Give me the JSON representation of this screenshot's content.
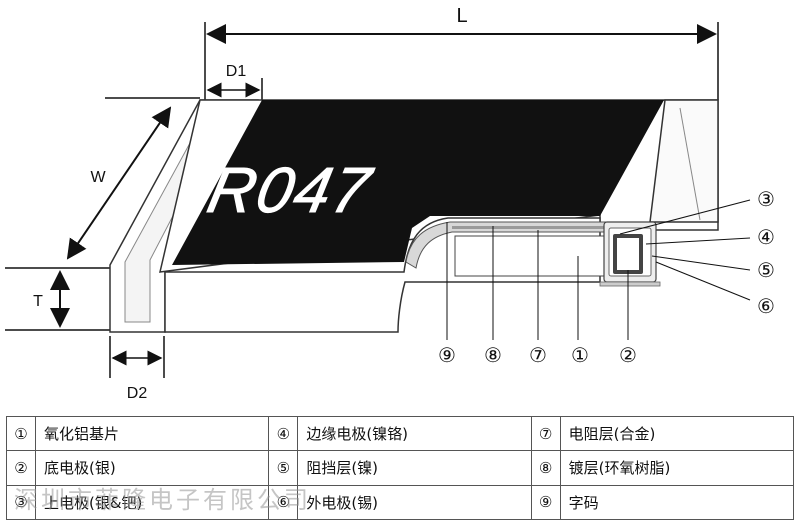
{
  "dimensions": {
    "length": "L",
    "width": "W",
    "thickness": "T",
    "d1": "D1",
    "d2": "D2"
  },
  "marking": "R047",
  "callouts": [
    "③",
    "④",
    "⑤",
    "⑥",
    "⑨",
    "⑧",
    "⑦",
    "①",
    "②"
  ],
  "legend": [
    [
      {
        "num": "①",
        "label": "氧化铝基片"
      },
      {
        "num": "④",
        "label": "边缘电极(镍铬)"
      },
      {
        "num": "⑦",
        "label": "电阻层(合金)"
      }
    ],
    [
      {
        "num": "②",
        "label": "底电极(银)"
      },
      {
        "num": "⑤",
        "label": "阻挡层(镍)"
      },
      {
        "num": "⑧",
        "label": "镀层(环氧树脂)"
      }
    ],
    [
      {
        "num": "③",
        "label": "上电极(银&钯)"
      },
      {
        "num": "⑥",
        "label": "外电极(锡)"
      },
      {
        "num": "⑨",
        "label": "字码"
      }
    ]
  ],
  "watermark": "深圳市菲隆电子有限公司",
  "colors": {
    "body": "#ffffff",
    "coating": "#111111",
    "outline": "#333333"
  }
}
